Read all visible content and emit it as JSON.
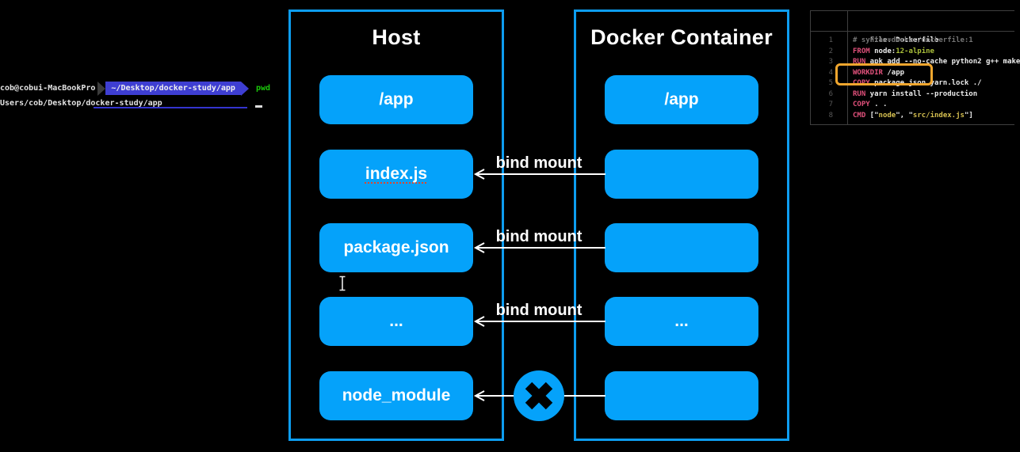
{
  "terminal": {
    "prompt_user": "cob@cobui-MacBookPro",
    "prompt_path": "~/Desktop/docker-study/app",
    "prompt_command": "pwd",
    "output_line": "Users/cob/Desktop/docker-study/app",
    "cursor": "_"
  },
  "diagram": {
    "host_title": "Host",
    "container_title": "Docker Container",
    "rows": [
      {
        "host": "/app",
        "container": "/app",
        "arrow": false,
        "label": "",
        "blocked": false,
        "host_underline": false
      },
      {
        "host": "index.js",
        "container": "",
        "arrow": true,
        "label": "bind mount",
        "blocked": false,
        "host_underline": true
      },
      {
        "host": "package.json",
        "container": "",
        "arrow": true,
        "label": "bind mount",
        "blocked": false,
        "host_underline": false
      },
      {
        "host": "...",
        "container": "...",
        "arrow": true,
        "label": "bind mount",
        "blocked": false,
        "host_underline": false
      },
      {
        "host": "node_module",
        "container": "",
        "arrow": true,
        "label": "",
        "blocked": true,
        "host_underline": false
      }
    ]
  },
  "editor": {
    "header_prefix": "File: ",
    "header_filename": "Dockerfile",
    "lines": [
      {
        "num": "1",
        "tokens": [
          [
            "# syntax=docker/dockerfile:1",
            "comment"
          ]
        ],
        "highlight": false
      },
      {
        "num": "2",
        "tokens": [
          [
            "FROM",
            "keyword"
          ],
          [
            " node:",
            "plain"
          ],
          [
            "12-alpine",
            "value"
          ]
        ],
        "highlight": false
      },
      {
        "num": "3",
        "tokens": [
          [
            "RUN",
            "keyword"
          ],
          [
            " apk add --no-cache python2 g++ make",
            "plain"
          ]
        ],
        "highlight": false
      },
      {
        "num": "4",
        "tokens": [
          [
            "WORKDIR",
            "keyword"
          ],
          [
            " /app",
            "plain"
          ]
        ],
        "highlight": true
      },
      {
        "num": "5",
        "tokens": [
          [
            "COPY",
            "keyword"
          ],
          [
            " package.json yarn.lock ./",
            "plain"
          ]
        ],
        "highlight": false
      },
      {
        "num": "6",
        "tokens": [
          [
            "RUN",
            "keyword"
          ],
          [
            " yarn install --production",
            "plain"
          ]
        ],
        "highlight": false
      },
      {
        "num": "7",
        "tokens": [
          [
            "COPY",
            "keyword"
          ],
          [
            " . .",
            "plain"
          ]
        ],
        "highlight": false
      },
      {
        "num": "8",
        "tokens": [
          [
            "CMD",
            "keyword"
          ],
          [
            " [\"",
            "plain"
          ],
          [
            "node",
            "string"
          ],
          [
            "\", \"",
            "plain"
          ],
          [
            "src/index.js",
            "string"
          ],
          [
            "\"]",
            "plain"
          ]
        ],
        "highlight": false
      }
    ]
  },
  "colors": {
    "diagram_blue": "#05a2fa",
    "diagram_border_blue": "#0d9df0",
    "powerline_blue": "#3e3ed2",
    "command_green": "#1ac70a",
    "underline_blue": "#3434cf",
    "highlight_orange": "#f0a62e",
    "keyword_pink": "#e2517c",
    "string_yellow": "#d6c050",
    "value_green_yellow": "#aabf3b",
    "arrow_white": "#ffffff"
  }
}
